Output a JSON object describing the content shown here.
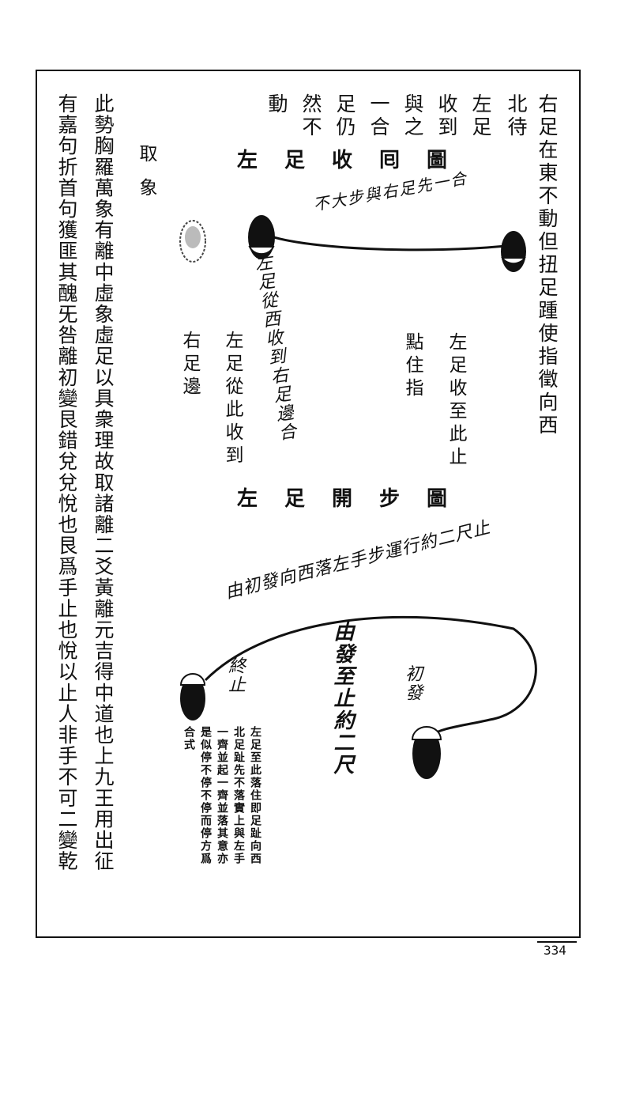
{
  "top_text": {
    "col1": "右足在東不動但扭足踵使指徵向西",
    "col2": "北待",
    "col2b": "左足",
    "col3": "收到",
    "col4": "與之",
    "col5": "一合",
    "col6": "足仍",
    "col7": "然不",
    "col8": "動"
  },
  "heading_upper": "左足收囘圖",
  "upper_diagram": {
    "curve_label": "左足從西收到右足邊合",
    "hand_label_top": "不大步與右足先一合",
    "note_stop": "左足收至此止",
    "note_point": "點住指",
    "note_from": "左足從此收到",
    "note_side": "右足邊"
  },
  "heading_lower": "左足開步圖",
  "lower_diagram": {
    "curve_label": "由初發向西落左手步運行約二尺止",
    "start_label": "初發",
    "end_label": "終止",
    "center_label": "由發至止約二尺",
    "note1": "左足至此落住即足趾向西",
    "note2": "北足趾先不落實上與左手",
    "note3": "一齊並起一齊並落其意亦",
    "note4": "是似停不停不停而停方爲",
    "note5": "合式"
  },
  "section_title": "取象",
  "left_text": {
    "col1": "此勢胸羅萬象有離中虛象虛足以具衆理故取諸離二爻黃離元吉得中道也上九王用出征",
    "col2": "有嘉句折首句獲匪其醜旡咎離初變艮錯兌兌悅也艮爲手止也悅以止人非手不可二變乾"
  },
  "page_number": "334"
}
